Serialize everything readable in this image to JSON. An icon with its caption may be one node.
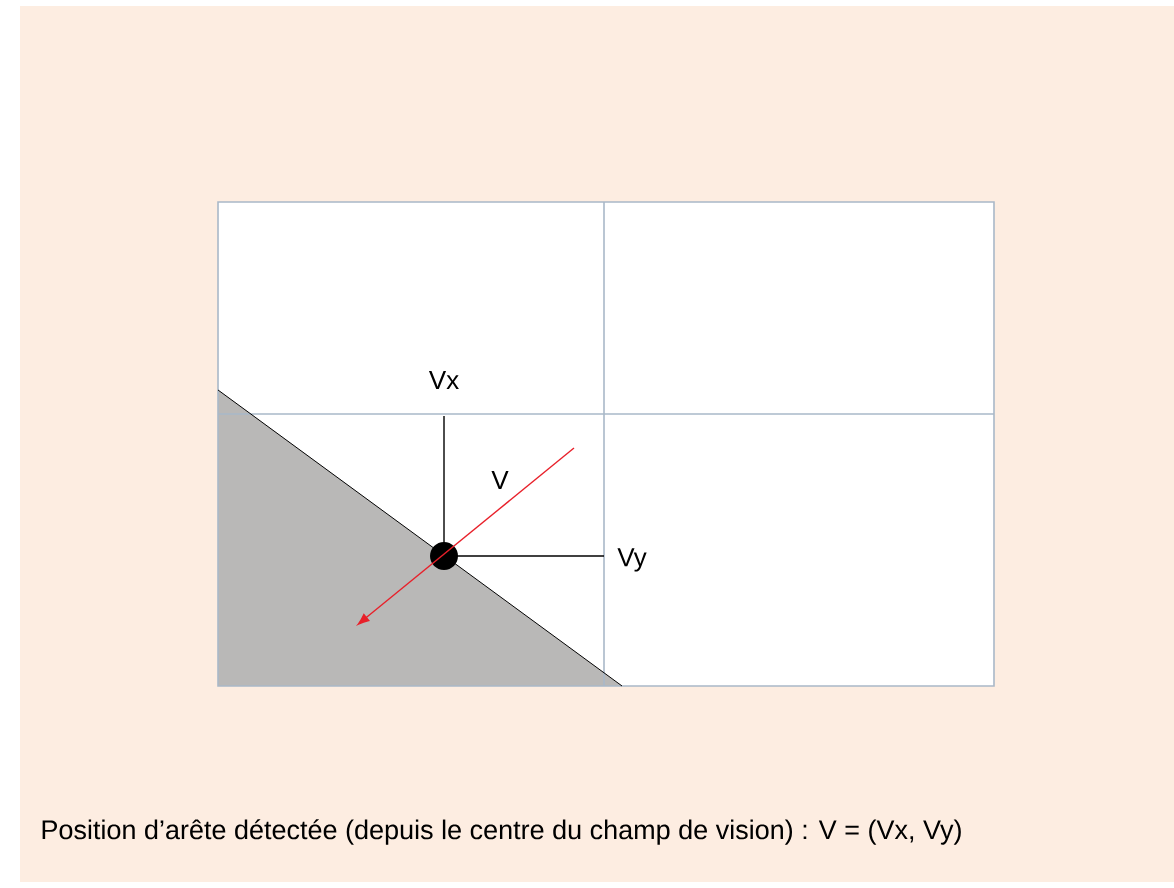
{
  "diagram": {
    "caption": "Position d’arête détectée (depuis le centre du champ de vision) : V = (Vx, Vy)",
    "labels": [
      "Vx",
      "V",
      "Vy"
    ]
  }
}
